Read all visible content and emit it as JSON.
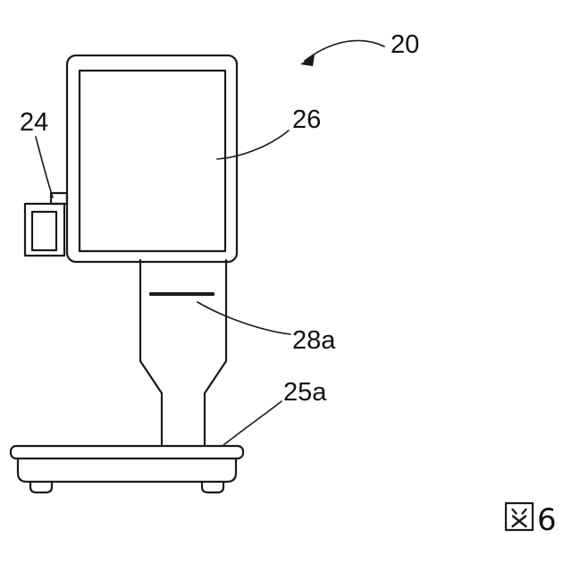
{
  "figure": {
    "caption": {
      "kanji": "図",
      "number": "6",
      "full": "図6"
    },
    "refs": {
      "device": "20",
      "screen": "26",
      "card_reader": "24",
      "slot": "28a",
      "base": "25a"
    },
    "parts": {
      "device": "self-service kiosk terminal",
      "screen": "display panel",
      "card_reader": "side-mounted reader unit",
      "slot": "horizontal slot on pedestal",
      "base": "weighing base platform"
    },
    "colors": {
      "line": "#1a1a1a",
      "background": "#ffffff"
    }
  }
}
